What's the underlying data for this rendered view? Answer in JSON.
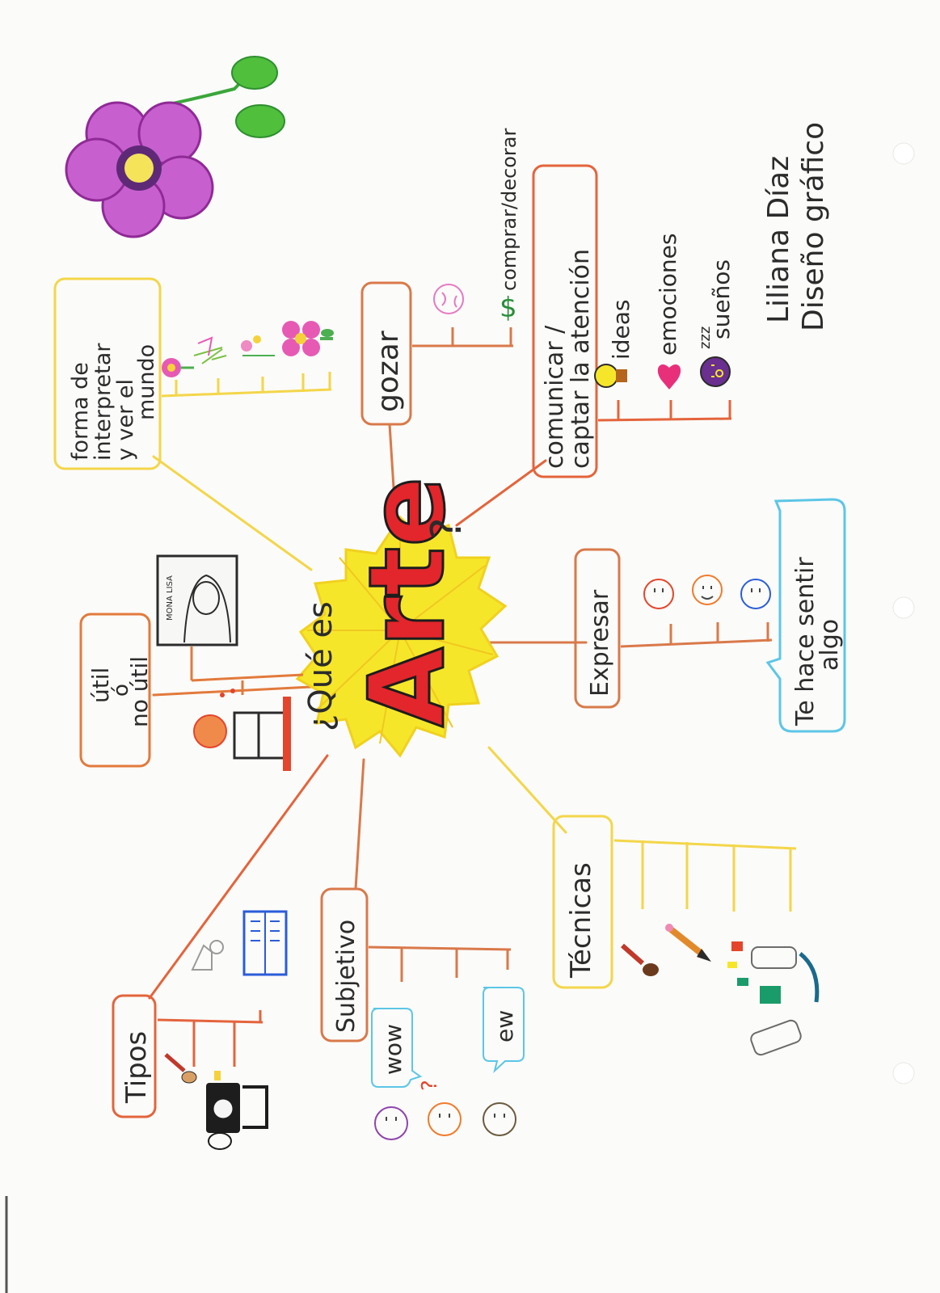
{
  "center": {
    "question": "¿Qué es",
    "word": "Arte",
    "mark": "?",
    "colors": {
      "burst": "#f6e62a",
      "word": "#e2262b",
      "outline": "#1d1d1d"
    }
  },
  "branches": {
    "forma": {
      "lines": [
        "forma de",
        "interpretar",
        "y ver el",
        "mundo"
      ],
      "color": "#f3d64a"
    },
    "gozar": {
      "label": "gozar",
      "color": "#d9794a",
      "sub": "comprar/decorar"
    },
    "comunicar": {
      "lines": [
        "comunicar /",
        "captar la atención"
      ],
      "color": "#e4643c",
      "items": [
        "ideas",
        "emociones",
        "sueños"
      ],
      "zzz": "zzz"
    },
    "util": {
      "lines": [
        "útil",
        "ó",
        "no útil"
      ],
      "color": "#e27a3c"
    },
    "expresar": {
      "label": "Expresar",
      "color": "#d9794a"
    },
    "sentir": {
      "lines": [
        "Te hace sentir",
        "algo"
      ],
      "color": "#5cc6e6"
    },
    "tipos": {
      "label": "Tipos",
      "color": "#e4643c"
    },
    "subjetivo": {
      "label": "Subjetivo",
      "color": "#d9794a",
      "bubbles": [
        "wow",
        "ew"
      ],
      "q": "?"
    },
    "tecnicas": {
      "label": "Técnicas",
      "color": "#f3d64a"
    }
  },
  "monalisa_caption": "MONA LISA",
  "author": {
    "name": "Liliana Díaz",
    "course": "Diseño gráfico"
  },
  "icons": [
    "flower-icon",
    "plant-icon",
    "smiley-icon",
    "dollar-icon",
    "lightbulb-icon",
    "heart-icon",
    "sleepy-face-icon",
    "mona-lisa-icon",
    "person-icon",
    "faces-icon",
    "camera-icon",
    "paintbrush-icon",
    "book-icon",
    "sculpture-icon",
    "pencil-icon",
    "spray-can-icon",
    "paint-splash-icon"
  ]
}
